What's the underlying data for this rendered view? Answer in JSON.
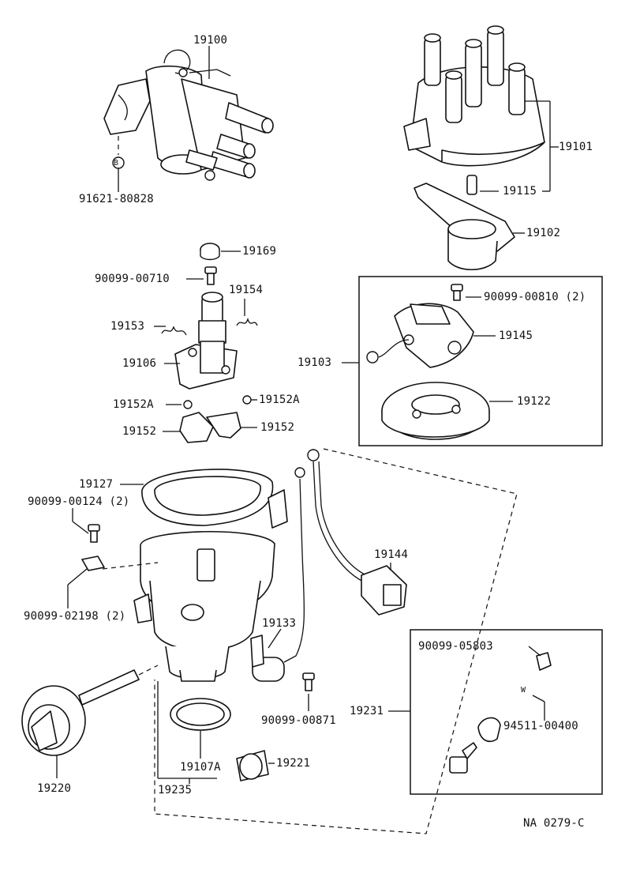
{
  "labels": {
    "p19100": "19100",
    "p91621": "91621-80828",
    "p19101": "19101",
    "p19115": "19115",
    "p19102": "19102",
    "p19169": "19169",
    "p90099_00710": "90099-00710",
    "p19154": "19154",
    "p19153": "19153",
    "p19106": "19106",
    "p19152A_l": "19152A",
    "p19152A_r": "19152A",
    "p19152_l": "19152",
    "p19152_r": "19152",
    "p90099_00810": "90099-00810 (2)",
    "p19145": "19145",
    "p19103": "19103",
    "p19122": "19122",
    "p19127": "19127",
    "p90099_00124": "90099-00124 (2)",
    "p90099_02198": "90099-02198 (2)",
    "p19144": "19144",
    "p19133": "19133",
    "p90099_05803": "90099-05803",
    "p19231": "19231",
    "p90099_00871": "90099-00871",
    "p94511": "94511-00400",
    "p19107A": "19107A",
    "p19221": "19221",
    "p19220": "19220",
    "p19235": "19235",
    "code": "NA 0279-C"
  },
  "callouts": {
    "b": "B",
    "w": "W"
  }
}
